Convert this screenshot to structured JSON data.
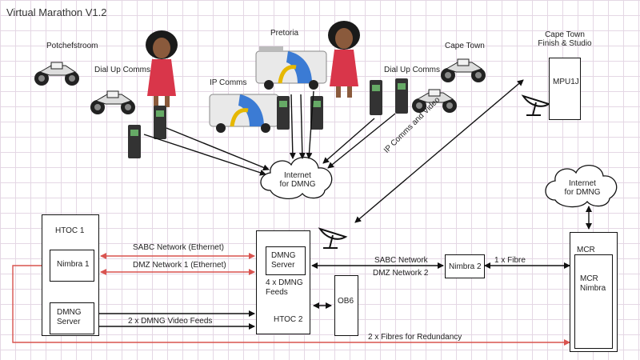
{
  "title": "Virtual Marathon V1.2",
  "locations": {
    "potchefstroom": "Potchefstroom",
    "pretoria": "Pretoria",
    "cape_town": "Cape Town",
    "cape_town_finish_line1": "Cape Town",
    "cape_town_finish_line2": "Finish & Studio"
  },
  "comms": {
    "dial_up_left": "Dial Up Comms",
    "ip_comms": "IP Comms",
    "dial_up_right": "Dial Up Comms",
    "ip_comms_video": "IP Comms and Video"
  },
  "internet_center": {
    "line1": "Internet",
    "line2": "for DMNG"
  },
  "internet_right": {
    "line1": "Internet",
    "line2": "for DMNG"
  },
  "mpu": "MPU1J",
  "htoc1": {
    "title": "HTOC 1",
    "nimbra": "Nimbra 1",
    "dmng_line1": "DMNG",
    "dmng_line2": "Server"
  },
  "htoc2": {
    "title": "HTOC 2",
    "dmng_line1": "DMNG",
    "dmng_line2": "Server",
    "feeds_line1": "4 x DMNG",
    "feeds_line2": "Feeds"
  },
  "ob6": "OB6",
  "nimbra2": "Nimbra 2",
  "mcr": {
    "title": "MCR",
    "inner_line1": "MCR",
    "inner_line2": "Nimbra"
  },
  "links": {
    "sabc_ethernet": "SABC Network (Ethernet)",
    "dmz_ethernet": "DMZ Network 1 (Ethernet)",
    "video_feeds": "2 x DMNG Video Feeds",
    "sabc_network": "SABC Network",
    "dmz_network2": "DMZ Network 2",
    "fibre": "1 x Fibre",
    "fibres_redundancy": "2 x Fibres for Redundancy"
  },
  "colors": {
    "black_link": "#111111",
    "red_link": "#d9534f",
    "grid": "#e4d7e4"
  }
}
